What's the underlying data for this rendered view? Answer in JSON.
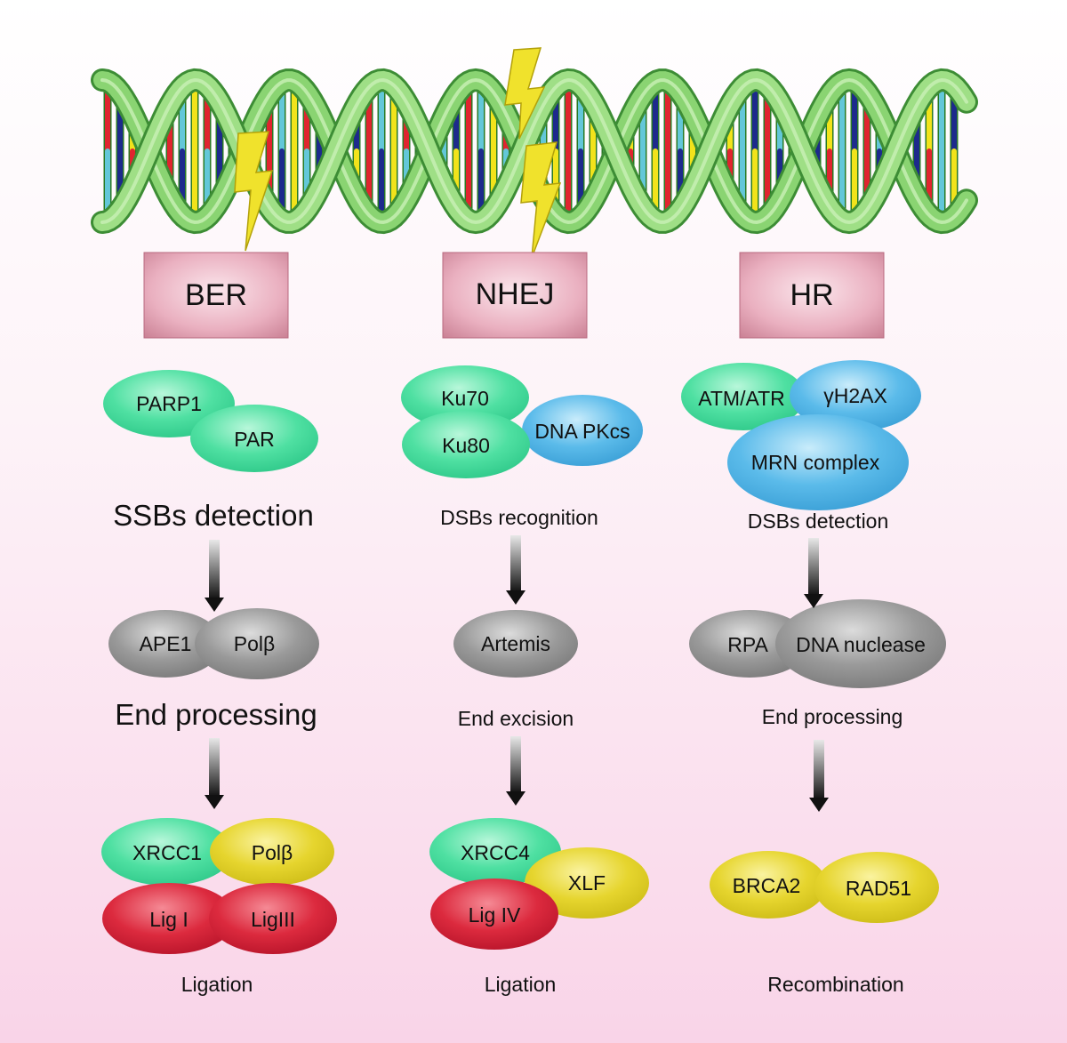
{
  "pathways": [
    {
      "label": "BER",
      "stage1": {
        "proteins": [
          "PARP1",
          "PAR"
        ],
        "caption": "SSBs detection"
      },
      "stage2": {
        "proteins": [
          "APE1",
          "Polβ"
        ],
        "caption": "End processing"
      },
      "stage3": {
        "proteins": [
          "XRCC1",
          "Polβ",
          "Lig I",
          "LigIII"
        ],
        "caption": "Ligation"
      }
    },
    {
      "label": "NHEJ",
      "stage1": {
        "proteins": [
          "Ku70",
          "Ku80",
          "DNA PKcs"
        ],
        "caption": "DSBs recognition"
      },
      "stage2": {
        "proteins": [
          "Artemis"
        ],
        "caption": "End excision"
      },
      "stage3": {
        "proteins": [
          "XRCC4",
          "XLF",
          "Lig IV"
        ],
        "caption": "Ligation"
      }
    },
    {
      "label": "HR",
      "stage1": {
        "proteins": [
          "ATM/ATR",
          "γH2AX",
          "MRN complex"
        ],
        "caption": "DSBs detection"
      },
      "stage2": {
        "proteins": [
          "RPA",
          "DNA nuclease"
        ],
        "caption": "End processing"
      },
      "stage3": {
        "proteins": [
          "BRCA2",
          "RAD51"
        ],
        "caption": "Recombination"
      }
    }
  ],
  "colors": {
    "green": "#4de0a0",
    "blue": "#55b9e8",
    "gray": "#8f8f8f",
    "yellow": "#e3d22a",
    "red": "#d9263a",
    "box": "#d9899c",
    "backbone": "#8fd67a",
    "bolt": "#f0e030"
  },
  "icons": [
    "lightning-bolt-icon",
    "dna-helix-icon",
    "down-arrow-icon"
  ]
}
